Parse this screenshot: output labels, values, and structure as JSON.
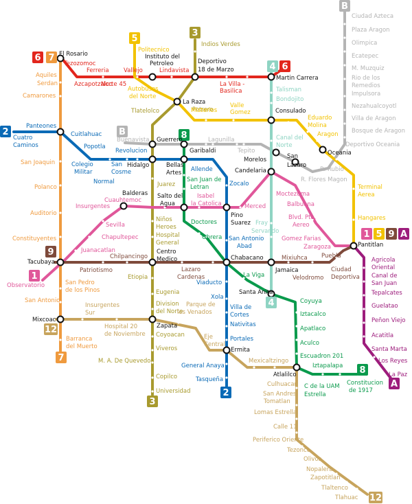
{
  "lines": {
    "1": {
      "color": "#e0579a"
    },
    "2": {
      "color": "#0a6ab6"
    },
    "3": {
      "color": "#a89a2e"
    },
    "4": {
      "color": "#8fd4c3"
    },
    "5": {
      "color": "#f2c200"
    },
    "6": {
      "color": "#e2261d"
    },
    "7": {
      "color": "#ef9a3e"
    },
    "8": {
      "color": "#0a9a4c"
    },
    "9": {
      "color": "#7e4a3b"
    },
    "12": {
      "color": "#c7a45d"
    },
    "A": {
      "color": "#9d1c7c"
    },
    "B": {
      "color": "#b4b4b4"
    }
  },
  "stations": [
    {
      "id": "el-rosario",
      "text": "El Rosario",
      "line": "k"
    },
    {
      "id": "tezozomoc",
      "text": "Tezozomoc",
      "line": "6"
    },
    {
      "id": "azcapotzalco",
      "text": "Azcapotzalco",
      "line": "6"
    },
    {
      "id": "ferreria",
      "text": "Ferreria",
      "line": "6"
    },
    {
      "id": "norte-45",
      "text": "Norte 45",
      "line": "6"
    },
    {
      "id": "vallejo",
      "text": "Vallejo",
      "line": "6"
    },
    {
      "id": "instituto-petroleo",
      "text": "Instituto del",
      "line": "k"
    },
    {
      "id": "instituto-petroleo-2",
      "text": "Petroleo",
      "line": "k"
    },
    {
      "id": "lindavista",
      "text": "Lindavista",
      "line": "6"
    },
    {
      "id": "deportivo-18",
      "text": "Deportivo",
      "line": "k"
    },
    {
      "id": "deportivo-18-2",
      "text": "18 de Marzo",
      "line": "k"
    },
    {
      "id": "la-villa",
      "text": "La Villa -",
      "line": "6"
    },
    {
      "id": "la-villa-2",
      "text": "Basilica",
      "line": "6"
    },
    {
      "id": "martin-carrera",
      "text": "Martin Carrera",
      "line": "k"
    },
    {
      "id": "politecnico",
      "text": "Politecnico",
      "line": "5"
    },
    {
      "id": "indios-verdes",
      "text": "Indios Verdes",
      "line": "3"
    },
    {
      "id": "autobuses-norte",
      "text": "Autobuses",
      "line": "5"
    },
    {
      "id": "autobuses-norte-2",
      "text": "del Norte",
      "line": "5"
    },
    {
      "id": "potrero",
      "text": "Potrero",
      "line": "3"
    },
    {
      "id": "la-raza",
      "text": "La Raza",
      "line": "k"
    },
    {
      "id": "misterios",
      "text": "Misterios",
      "line": "5"
    },
    {
      "id": "valle-gomez",
      "text": "Valle",
      "line": "5"
    },
    {
      "id": "valle-gomez-2",
      "text": "Gomez",
      "line": "5"
    },
    {
      "id": "talisman",
      "text": "Talisman",
      "line": "4"
    },
    {
      "id": "bondojito",
      "text": "Bondojito",
      "line": "4"
    },
    {
      "id": "consulado",
      "text": "Consulado",
      "line": "k"
    },
    {
      "id": "eduardo-molina",
      "text": "Eduardo",
      "line": "5"
    },
    {
      "id": "eduardo-molina-2",
      "text": "Molina",
      "line": "5"
    },
    {
      "id": "aragon",
      "text": "Aragon",
      "line": "5"
    },
    {
      "id": "oceania",
      "text": "Oceania",
      "line": "k"
    },
    {
      "id": "tlatelolco",
      "text": "Tlatelolco",
      "line": "3"
    },
    {
      "id": "aquiles-serdan",
      "text": "Aquiles",
      "line": "7"
    },
    {
      "id": "aquiles-serdan-2",
      "text": "Serdan",
      "line": "7"
    },
    {
      "id": "camarones",
      "text": "Camarones",
      "line": "7"
    },
    {
      "id": "panteones",
      "text": "Panteones",
      "line": "2"
    },
    {
      "id": "cuatro-caminos",
      "text": "Cuatro",
      "line": "2"
    },
    {
      "id": "cuatro-caminos-2",
      "text": "Caminos",
      "line": "2"
    },
    {
      "id": "cuitlahuac",
      "text": "Cuitlahuac",
      "line": "2"
    },
    {
      "id": "popotla",
      "text": "Popotla",
      "line": "2"
    },
    {
      "id": "colegio-militar",
      "text": "Colegio",
      "line": "2"
    },
    {
      "id": "colegio-militar-2",
      "text": "Militar",
      "line": "2"
    },
    {
      "id": "normal",
      "text": "Normal",
      "line": "2"
    },
    {
      "id": "san-cosme",
      "text": "San",
      "line": "2"
    },
    {
      "id": "san-cosme-2",
      "text": "Cosme",
      "line": "2"
    },
    {
      "id": "revolucion",
      "text": "Revolucion",
      "line": "2"
    },
    {
      "id": "hidalgo",
      "text": "Hidalgo",
      "line": "k"
    },
    {
      "id": "buenavista",
      "text": "Buenavista",
      "line": "B"
    },
    {
      "id": "guerrero",
      "text": "Guerrero",
      "line": "k"
    },
    {
      "id": "garibaldi",
      "text": "Garibaldi",
      "line": "k"
    },
    {
      "id": "lagunilla",
      "text": "Lagunilla",
      "line": "B"
    },
    {
      "id": "tepito",
      "text": "Tepito",
      "line": "B"
    },
    {
      "id": "morelos",
      "text": "Morelos",
      "line": "k"
    },
    {
      "id": "san-lazaro",
      "text": "San",
      "line": "k"
    },
    {
      "id": "san-lazaro-2",
      "text": "Lazaro",
      "line": "k"
    },
    {
      "id": "canal-norte",
      "text": "Canal del",
      "line": "4"
    },
    {
      "id": "canal-norte-2",
      "text": "Norte",
      "line": "4"
    },
    {
      "id": "candelaria",
      "text": "Candelaria",
      "line": "k"
    },
    {
      "id": "r-rubio",
      "text": "R. Rubio",
      "line": "B"
    },
    {
      "id": "r-flores-magon",
      "text": "R. Flores Magon",
      "line": "B"
    },
    {
      "id": "san-joaquin",
      "text": "San Joaquin",
      "line": "7"
    },
    {
      "id": "polanco",
      "text": "Polanco",
      "line": "7"
    },
    {
      "id": "auditorio",
      "text": "Auditorio",
      "line": "7"
    },
    {
      "id": "constituyentes",
      "text": "Constituyentes",
      "line": "7"
    },
    {
      "id": "bellas-artes",
      "text": "Bellas",
      "line": "k"
    },
    {
      "id": "bellas-artes-2",
      "text": "Artes",
      "line": "k"
    },
    {
      "id": "allende",
      "text": "Allende",
      "line": "2"
    },
    {
      "id": "zocalo",
      "text": "Zocalo",
      "line": "2"
    },
    {
      "id": "juarez",
      "text": "Juarez",
      "line": "3"
    },
    {
      "id": "san-juan-letran",
      "text": "San Juan de",
      "line": "8"
    },
    {
      "id": "san-juan-letran-2",
      "text": "Letran",
      "line": "8"
    },
    {
      "id": "balderas",
      "text": "Balderas",
      "line": "k"
    },
    {
      "id": "cuauhtemoc",
      "text": "Cuauhtemoc",
      "line": "1"
    },
    {
      "id": "insurgentes",
      "text": "Insurgentes",
      "line": "1"
    },
    {
      "id": "salto-agua",
      "text": "Salto del",
      "line": "k"
    },
    {
      "id": "salto-agua-2",
      "text": "Agua",
      "line": "k"
    },
    {
      "id": "isabel-catolica",
      "text": "Isabel",
      "line": "1"
    },
    {
      "id": "isabel-catolica-2",
      "text": "la Catolica",
      "line": "1"
    },
    {
      "id": "pino-suarez",
      "text": "Pino",
      "line": "k"
    },
    {
      "id": "pino-suarez-2",
      "text": "Suarez",
      "line": "k"
    },
    {
      "id": "merced",
      "text": "Merced",
      "line": "1"
    },
    {
      "id": "moctezuma",
      "text": "Moctezuma",
      "line": "1"
    },
    {
      "id": "balbuena",
      "text": "Balbuena",
      "line": "1"
    },
    {
      "id": "blvd-pto-aereo",
      "text": "Blvd. Pto.",
      "line": "1"
    },
    {
      "id": "blvd-pto-aereo-2",
      "text": "Aereo",
      "line": "1"
    },
    {
      "id": "gomez-farias",
      "text": "Gomez Farias",
      "line": "1"
    },
    {
      "id": "zaragoza",
      "text": "Zaragoza",
      "line": "1"
    },
    {
      "id": "terminal-aerea",
      "text": "Terminal",
      "line": "5"
    },
    {
      "id": "terminal-aerea-2",
      "text": "Aerea",
      "line": "5"
    },
    {
      "id": "hangares",
      "text": "Hangares",
      "line": "5"
    },
    {
      "id": "sevilla",
      "text": "Sevilla",
      "line": "1"
    },
    {
      "id": "chapultepec",
      "text": "Chapultepec",
      "line": "1"
    },
    {
      "id": "juanacatlan",
      "text": "Juanacatlan",
      "line": "1"
    },
    {
      "id": "ninos-heroes",
      "text": "Niños",
      "line": "3"
    },
    {
      "id": "ninos-heroes-2",
      "text": "Heroes",
      "line": "3"
    },
    {
      "id": "hospital-general",
      "text": "Hospital",
      "line": "3"
    },
    {
      "id": "hospital-general-2",
      "text": "General",
      "line": "3"
    },
    {
      "id": "doctores",
      "text": "Doctores",
      "line": "8"
    },
    {
      "id": "obrera",
      "text": "Obrera",
      "line": "8"
    },
    {
      "id": "san-antonio-abad",
      "text": "San Antonio",
      "line": "2"
    },
    {
      "id": "san-antonio-abad-2",
      "text": "Abad",
      "line": "2"
    },
    {
      "id": "fray-servando",
      "text": "Fray",
      "line": "4"
    },
    {
      "id": "fray-servando-2",
      "text": "Servando",
      "line": "4"
    },
    {
      "id": "tacubaya",
      "text": "Tacubaya",
      "line": "k"
    },
    {
      "id": "observatorio",
      "text": "Observatorio",
      "line": "1"
    },
    {
      "id": "patriotismo",
      "text": "Patriotismo",
      "line": "9"
    },
    {
      "id": "chilpancingo",
      "text": "Chilpancingo",
      "line": "9"
    },
    {
      "id": "centro-medico",
      "text": "Centro",
      "line": "k"
    },
    {
      "id": "centro-medico-2",
      "text": "Medico",
      "line": "k"
    },
    {
      "id": "lazaro-cardenas",
      "text": "Lazaro",
      "line": "9"
    },
    {
      "id": "lazaro-cardenas-2",
      "text": "Cardenas",
      "line": "9"
    },
    {
      "id": "chabacano",
      "text": "Chabacano",
      "line": "k"
    },
    {
      "id": "mixiuhca",
      "text": "Mixiuhca",
      "line": "9"
    },
    {
      "id": "jamaica",
      "text": "Jamaica",
      "line": "k"
    },
    {
      "id": "velodromo",
      "text": "Velodromo",
      "line": "9"
    },
    {
      "id": "ciudad-deportiva",
      "text": "Ciudad",
      "line": "9"
    },
    {
      "id": "ciudad-deportiva-2",
      "text": "Deportiva",
      "line": "9"
    },
    {
      "id": "puebla",
      "text": "Puebla",
      "line": "9"
    },
    {
      "id": "pantitlan",
      "text": "Pantitlan",
      "line": "k"
    },
    {
      "id": "san-pedro-pinos",
      "text": "San Pedro",
      "line": "7"
    },
    {
      "id": "san-pedro-pinos-2",
      "text": "de los Pinos",
      "line": "7"
    },
    {
      "id": "san-antonio",
      "text": "San Antonio",
      "line": "7"
    },
    {
      "id": "etiopia",
      "text": "Etiopia",
      "line": "3"
    },
    {
      "id": "viaducto",
      "text": "Viaducto",
      "line": "2"
    },
    {
      "id": "la-viga",
      "text": "La Viga",
      "line": "8"
    },
    {
      "id": "santa-anita",
      "text": "Santa Anita",
      "line": "k"
    },
    {
      "id": "eugenia",
      "text": "Eugenia",
      "line": "3"
    },
    {
      "id": "xola",
      "text": "Xola",
      "line": "2"
    },
    {
      "id": "division-norte",
      "text": "Division",
      "line": "3"
    },
    {
      "id": "division-norte-2",
      "text": "del Norte",
      "line": "3"
    },
    {
      "id": "parque-venados",
      "text": "Parque de",
      "line": "12"
    },
    {
      "id": "parque-venados-2",
      "text": "los Venados",
      "line": "12"
    },
    {
      "id": "villa-cortes",
      "text": "Villa de",
      "line": "2"
    },
    {
      "id": "villa-cortes-2",
      "text": "Cortes",
      "line": "2"
    },
    {
      "id": "nativitas",
      "text": "Nativitas",
      "line": "2"
    },
    {
      "id": "portales",
      "text": "Portales",
      "line": "2"
    },
    {
      "id": "coyuya",
      "text": "Coyuya",
      "line": "8"
    },
    {
      "id": "iztacalco",
      "text": "Iztacalco",
      "line": "8"
    },
    {
      "id": "apatlaco",
      "text": "Apatlaco",
      "line": "8"
    },
    {
      "id": "aculco",
      "text": "Aculco",
      "line": "8"
    },
    {
      "id": "escuadron-201",
      "text": "Escuadron 201",
      "line": "8"
    },
    {
      "id": "agricola-oriental",
      "text": "Agricola",
      "line": "A"
    },
    {
      "id": "agricola-oriental-2",
      "text": "Oriental",
      "line": "A"
    },
    {
      "id": "canal-san-juan",
      "text": "Canal de",
      "line": "A"
    },
    {
      "id": "canal-san-juan-2",
      "text": "San Juan",
      "line": "A"
    },
    {
      "id": "tepalcates",
      "text": "Tepalcates",
      "line": "A"
    },
    {
      "id": "guelatao",
      "text": "Guelatao",
      "line": "A"
    },
    {
      "id": "penon-viejo",
      "text": "Peñon Viejo",
      "line": "A"
    },
    {
      "id": "acatitla",
      "text": "Acatitla",
      "line": "A"
    },
    {
      "id": "santa-marta",
      "text": "Santa Marta",
      "line": "A"
    },
    {
      "id": "los-reyes",
      "text": "Los Reyes",
      "line": "A"
    },
    {
      "id": "la-paz",
      "text": "La Paz",
      "line": "A"
    },
    {
      "id": "mixcoac",
      "text": "Mixcoac",
      "line": "k"
    },
    {
      "id": "insurgentes-sur",
      "text": "Insurgentes",
      "line": "12"
    },
    {
      "id": "insurgentes-sur-2",
      "text": "Sur",
      "line": "12"
    },
    {
      "id": "hospital-20",
      "text": "Hospital 20",
      "line": "12"
    },
    {
      "id": "hospital-20-2",
      "text": "de Noviembre",
      "line": "12"
    },
    {
      "id": "zapata",
      "text": "Zapata",
      "line": "k"
    },
    {
      "id": "coyoacan",
      "text": "Coyoacan",
      "line": "3"
    },
    {
      "id": "barranca-muerto",
      "text": "Barranca",
      "line": "7"
    },
    {
      "id": "barranca-muerto-2",
      "text": "del Muerto",
      "line": "7"
    },
    {
      "id": "viveros",
      "text": "Viveros",
      "line": "3"
    },
    {
      "id": "ma-de-quevedo",
      "text": "M. A. De Quevedo",
      "line": "3"
    },
    {
      "id": "eje-central",
      "text": "Eje",
      "line": "12"
    },
    {
      "id": "eje-central-2",
      "text": "Central",
      "line": "12"
    },
    {
      "id": "ermita",
      "text": "Ermita",
      "line": "k"
    },
    {
      "id": "mexicaltzingo",
      "text": "Mexicaltzingo",
      "line": "12"
    },
    {
      "id": "general-anaya",
      "text": "General Anaya",
      "line": "2"
    },
    {
      "id": "copilco",
      "text": "Copilco",
      "line": "3"
    },
    {
      "id": "tasquena",
      "text": "Tasqueña",
      "line": "2"
    },
    {
      "id": "universidad",
      "text": "Universidad",
      "line": "3"
    },
    {
      "id": "atlalilco",
      "text": "Atlalilco",
      "line": "k"
    },
    {
      "id": "iztapalapa",
      "text": "Iztapalapa",
      "line": "8"
    },
    {
      "id": "cerro-estrella",
      "text": "C de la UAM",
      "line": "8"
    },
    {
      "id": "uam",
      "text": "Estrella",
      "line": "8"
    },
    {
      "id": "constitucion",
      "text": "Constitucion",
      "line": "8"
    },
    {
      "id": "constitucion-2",
      "text": "de 1917",
      "line": "8"
    },
    {
      "id": "culhuacan",
      "text": "Culhuacan",
      "line": "12"
    },
    {
      "id": "san-andres-tomatlan",
      "text": "San Andres",
      "line": "12"
    },
    {
      "id": "san-andres-tomatlan-2",
      "text": "Tomatlan",
      "line": "12"
    },
    {
      "id": "lomas-estrella",
      "text": "Lomas Estrella",
      "line": "12"
    },
    {
      "id": "calle-11",
      "text": "Calle 11",
      "line": "12"
    },
    {
      "id": "periferico-oriente",
      "text": "Periferico Oriente",
      "line": "12"
    },
    {
      "id": "tezonco",
      "text": "Tezonco",
      "line": "12"
    },
    {
      "id": "olivos",
      "text": "Olivos",
      "line": "12"
    },
    {
      "id": "nopalera",
      "text": "Nopalera",
      "line": "12"
    },
    {
      "id": "zapotitlan",
      "text": "Zapotitlan",
      "line": "12"
    },
    {
      "id": "tlaltenco",
      "text": "Tlaltenco",
      "line": "12"
    },
    {
      "id": "tlahuac",
      "text": "Tlahuac",
      "line": "12"
    },
    {
      "id": "ciudad-azteca",
      "text": "Ciudad Azteca",
      "line": "B"
    },
    {
      "id": "plaza-aragon",
      "text": "Plaza Aragon",
      "line": "B"
    },
    {
      "id": "olimpica",
      "text": "Olimpica",
      "line": "B"
    },
    {
      "id": "ecatepec",
      "text": "Ecatepec",
      "line": "B"
    },
    {
      "id": "m-muzquiz",
      "text": "M. Muzquiz",
      "line": "B"
    },
    {
      "id": "rio-remedios",
      "text": "Rio de los",
      "line": "B"
    },
    {
      "id": "rio-remedios-2",
      "text": "Remedios",
      "line": "B"
    },
    {
      "id": "impulsora",
      "text": "Impulsora",
      "line": "B"
    },
    {
      "id": "nezahualcoyotl",
      "text": "Nezahualcoyotl",
      "line": "B"
    },
    {
      "id": "villa-aragon",
      "text": "Villa de Aragon",
      "line": "B"
    },
    {
      "id": "bosque-aragon",
      "text": "Bosque de Aragon",
      "line": "B"
    },
    {
      "id": "deportivo-oceania",
      "text": "Deportivo Oceania",
      "line": "B"
    }
  ],
  "badges": [
    {
      "id": "b6",
      "text": "6",
      "line": "6"
    },
    {
      "id": "b7",
      "text": "7",
      "line": "7"
    },
    {
      "id": "b5",
      "text": "5",
      "line": "5"
    },
    {
      "id": "b3",
      "text": "3",
      "line": "3"
    },
    {
      "id": "b4",
      "text": "4",
      "line": "4"
    },
    {
      "id": "b6b",
      "text": "6",
      "line": "6"
    },
    {
      "id": "bB",
      "text": "B",
      "line": "B"
    },
    {
      "id": "b2",
      "text": "2",
      "line": "2"
    },
    {
      "id": "bB2",
      "text": "B",
      "line": "B"
    },
    {
      "id": "b8",
      "text": "8",
      "line": "8"
    },
    {
      "id": "b9",
      "text": "9",
      "line": "9"
    },
    {
      "id": "b1",
      "text": "1",
      "line": "1"
    },
    {
      "id": "b4b",
      "text": "4",
      "line": "4"
    },
    {
      "id": "b12",
      "text": "12",
      "line": "12"
    },
    {
      "id": "b7b",
      "text": "7",
      "line": "7"
    },
    {
      "id": "b3b",
      "text": "3",
      "line": "3"
    },
    {
      "id": "b2b",
      "text": "2",
      "line": "2"
    },
    {
      "id": "b8b",
      "text": "8",
      "line": "8"
    },
    {
      "id": "b12b",
      "text": "12",
      "line": "12"
    },
    {
      "id": "bA",
      "text": "A",
      "line": "A"
    },
    {
      "id": "bc1",
      "text": "1",
      "line": "1"
    },
    {
      "id": "bc5",
      "text": "5",
      "line": "5"
    },
    {
      "id": "bc9",
      "text": "9",
      "line": "9"
    },
    {
      "id": "bcA",
      "text": "A",
      "line": "A"
    }
  ]
}
